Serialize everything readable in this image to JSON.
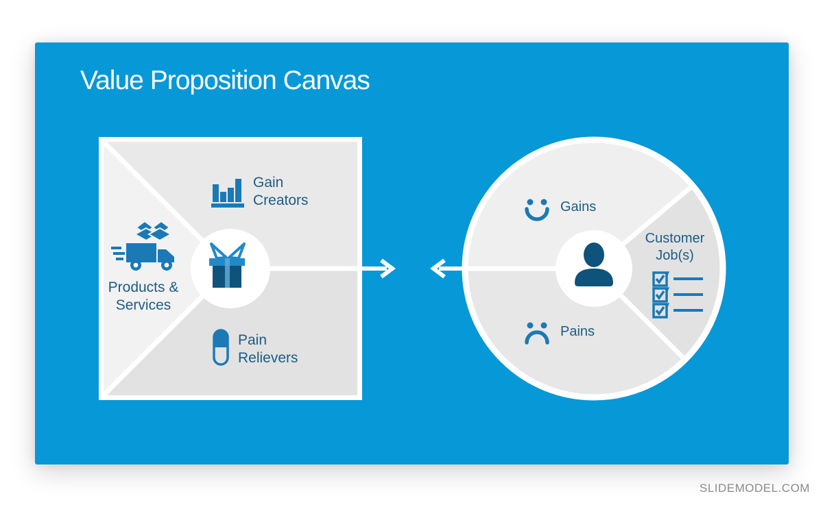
{
  "slide": {
    "title": "Value Proposition Canvas"
  },
  "value_map": {
    "center_icon": "gift-icon",
    "sections": [
      {
        "position": "top",
        "icon": "bar-chart-icon",
        "label": "Gain Creators"
      },
      {
        "position": "left",
        "icon": "shipping-icon",
        "label": "Products & Services"
      },
      {
        "position": "bottom",
        "icon": "pill-icon",
        "label": "Pain Relievers"
      }
    ]
  },
  "customer_profile": {
    "center_icon": "person-icon",
    "sections": [
      {
        "position": "top",
        "icon": "happy-face-icon",
        "label": "Gains"
      },
      {
        "position": "right",
        "icon": "checklist-icon",
        "label": "Customer Job(s)"
      },
      {
        "position": "bottom",
        "icon": "sad-face-icon",
        "label": "Pains"
      }
    ]
  },
  "connector": {
    "right_arrow_icon": "arrow-right-icon",
    "left_arrow_icon": "arrow-left-icon"
  },
  "watermark": "SLIDEMODEL.COM",
  "colors": {
    "blue": "#0798d8",
    "icon": "#1b79b6",
    "icon_dark": "#0f527b",
    "lid": "#2289c8",
    "ribbon": "#5fabd6",
    "text": "#1c5c84",
    "watermark": "#8a8a8a",
    "sq_top": "#e9e9e9",
    "sq_left": "#f2f2f2",
    "sq_bottom": "#e2e2e2",
    "cir_gains": "#efefef",
    "cir_jobs": "#e2e2e2",
    "cir_pains": "#e7e7e7"
  }
}
